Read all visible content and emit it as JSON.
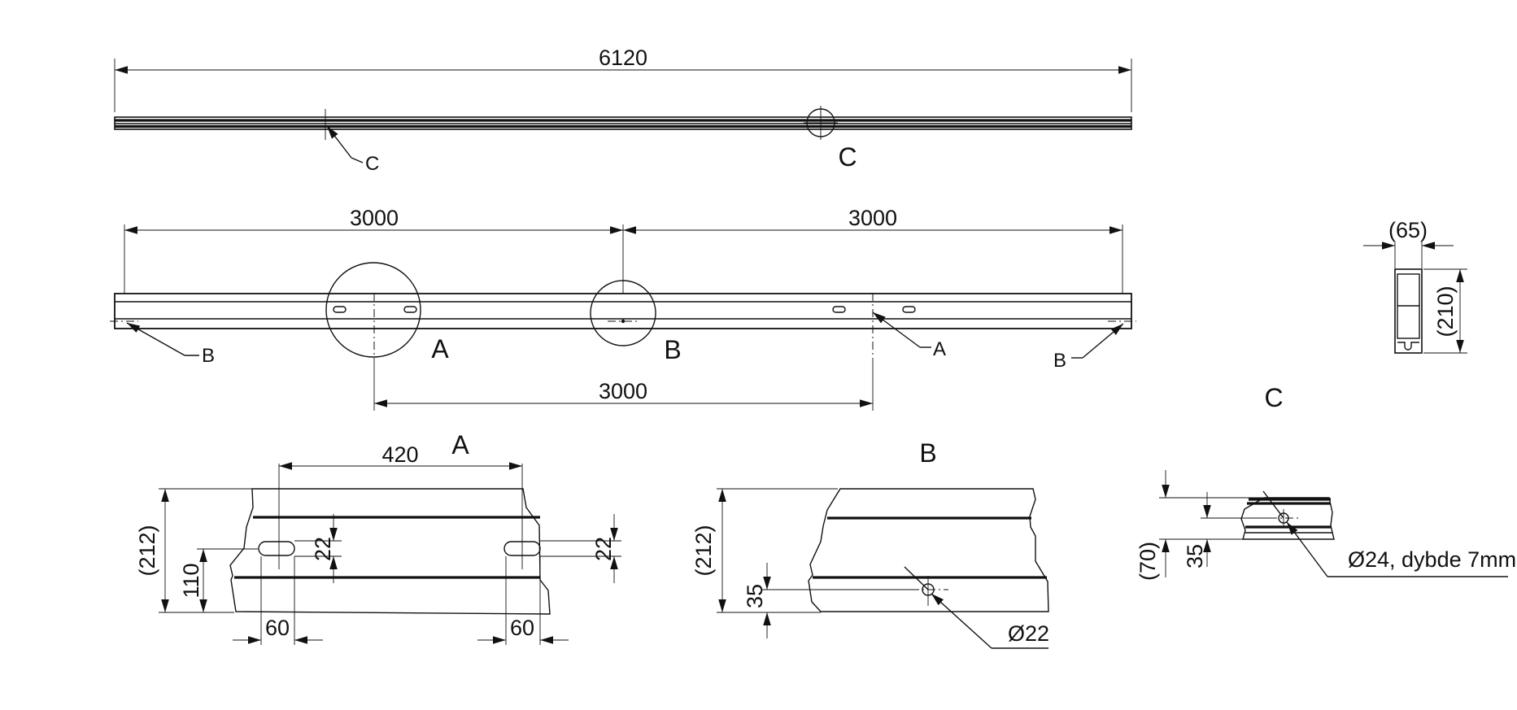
{
  "labels": {
    "top_length": "6120",
    "top_callout_c": "C",
    "top_circle_c": "C",
    "mid_span_left": "3000",
    "mid_span_right": "3000",
    "mid_span_bottom": "3000",
    "mid_callout_b_left": "B",
    "mid_callout_a_right": "A",
    "mid_callout_b_right": "B",
    "mid_circle_a": "A",
    "mid_circle_b": "B",
    "section_width": "(65)",
    "section_height": "(210)",
    "detail_a_title": "A",
    "detail_a_spacing": "420",
    "detail_a_height": "(212)",
    "detail_a_offset": "110",
    "detail_a_slot_height_left": "22",
    "detail_a_slot_height_right": "22",
    "detail_a_slot_width_left": "60",
    "detail_a_slot_width_right": "60",
    "detail_b_title": "B",
    "detail_b_height": "(212)",
    "detail_b_offset": "35",
    "detail_b_hole": "Ø22",
    "detail_c_title": "C",
    "detail_c_height": "(70)",
    "detail_c_offset": "35",
    "detail_c_hole": "Ø24, dybde 7mm"
  },
  "colors": {
    "line": "#111111",
    "background": "#ffffff"
  }
}
